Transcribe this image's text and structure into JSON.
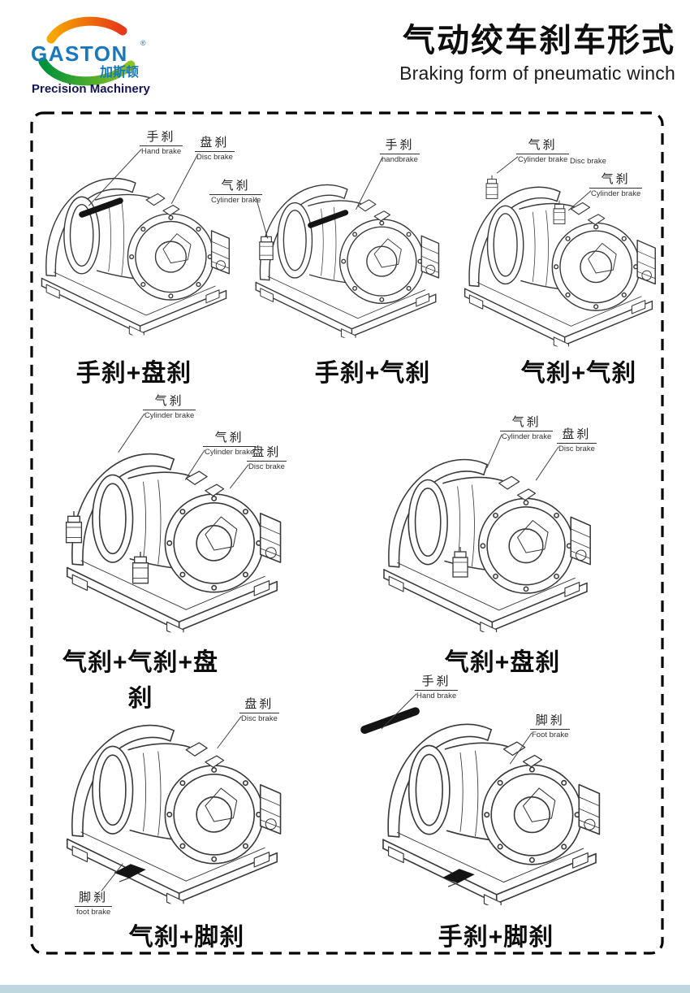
{
  "header": {
    "logo": {
      "brand": "GASTON",
      "registered": "®",
      "brand_zh": "加斯顿",
      "tagline": "Precision Machinery"
    },
    "title_zh": "气动绞车刹车形式",
    "title_en": "Braking form of pneumatic winch"
  },
  "colors": {
    "logo_blue": "#1878be",
    "logo_arc_orange_start": "#f6a800",
    "logo_arc_orange_end": "#e73817",
    "logo_arc_green_start": "#00913a",
    "logo_arc_green_end": "#8fc31f",
    "tagline_navy": "#16165a",
    "line_art": "#3a3a3a",
    "footer_bar": "#bcd8de"
  },
  "figures": [
    {
      "caption": "手刹+盘刹",
      "callouts": [
        {
          "zh": "手刹",
          "en": "Hand brake"
        },
        {
          "zh": "盘刹",
          "en": "Disc brake"
        }
      ]
    },
    {
      "caption": "手刹+气刹",
      "callouts": [
        {
          "zh": "气刹",
          "en": "Cylinder brake"
        },
        {
          "zh": "手刹",
          "en": "handbrake"
        }
      ]
    },
    {
      "caption": "气刹+气刹",
      "callouts": [
        {
          "zh": "气刹",
          "en": "Cylinder brake"
        },
        {
          "zh": "",
          "en": "Disc brake"
        },
        {
          "zh": "气刹",
          "en": "Cylinder brake"
        }
      ]
    },
    {
      "caption": "气刹+气刹+盘刹",
      "callouts": [
        {
          "zh": "气刹",
          "en": "Cylinder brake"
        },
        {
          "zh": "气刹",
          "en": "Cylinder brake"
        },
        {
          "zh": "盘刹",
          "en": "Disc brake"
        }
      ]
    },
    {
      "caption": "气刹+盘刹",
      "callouts": [
        {
          "zh": "气刹",
          "en": "Cylinder brake"
        },
        {
          "zh": "盘刹",
          "en": "Disc brake"
        }
      ]
    },
    {
      "caption": "气刹+脚刹",
      "callouts": [
        {
          "zh": "盘刹",
          "en": "Disc brake"
        },
        {
          "zh": "脚刹",
          "en": "foot brake"
        }
      ]
    },
    {
      "caption": "手刹+脚刹",
      "callouts": [
        {
          "zh": "手刹",
          "en": "Hand brake"
        },
        {
          "zh": "脚刹",
          "en": "Foot brake"
        }
      ]
    }
  ]
}
